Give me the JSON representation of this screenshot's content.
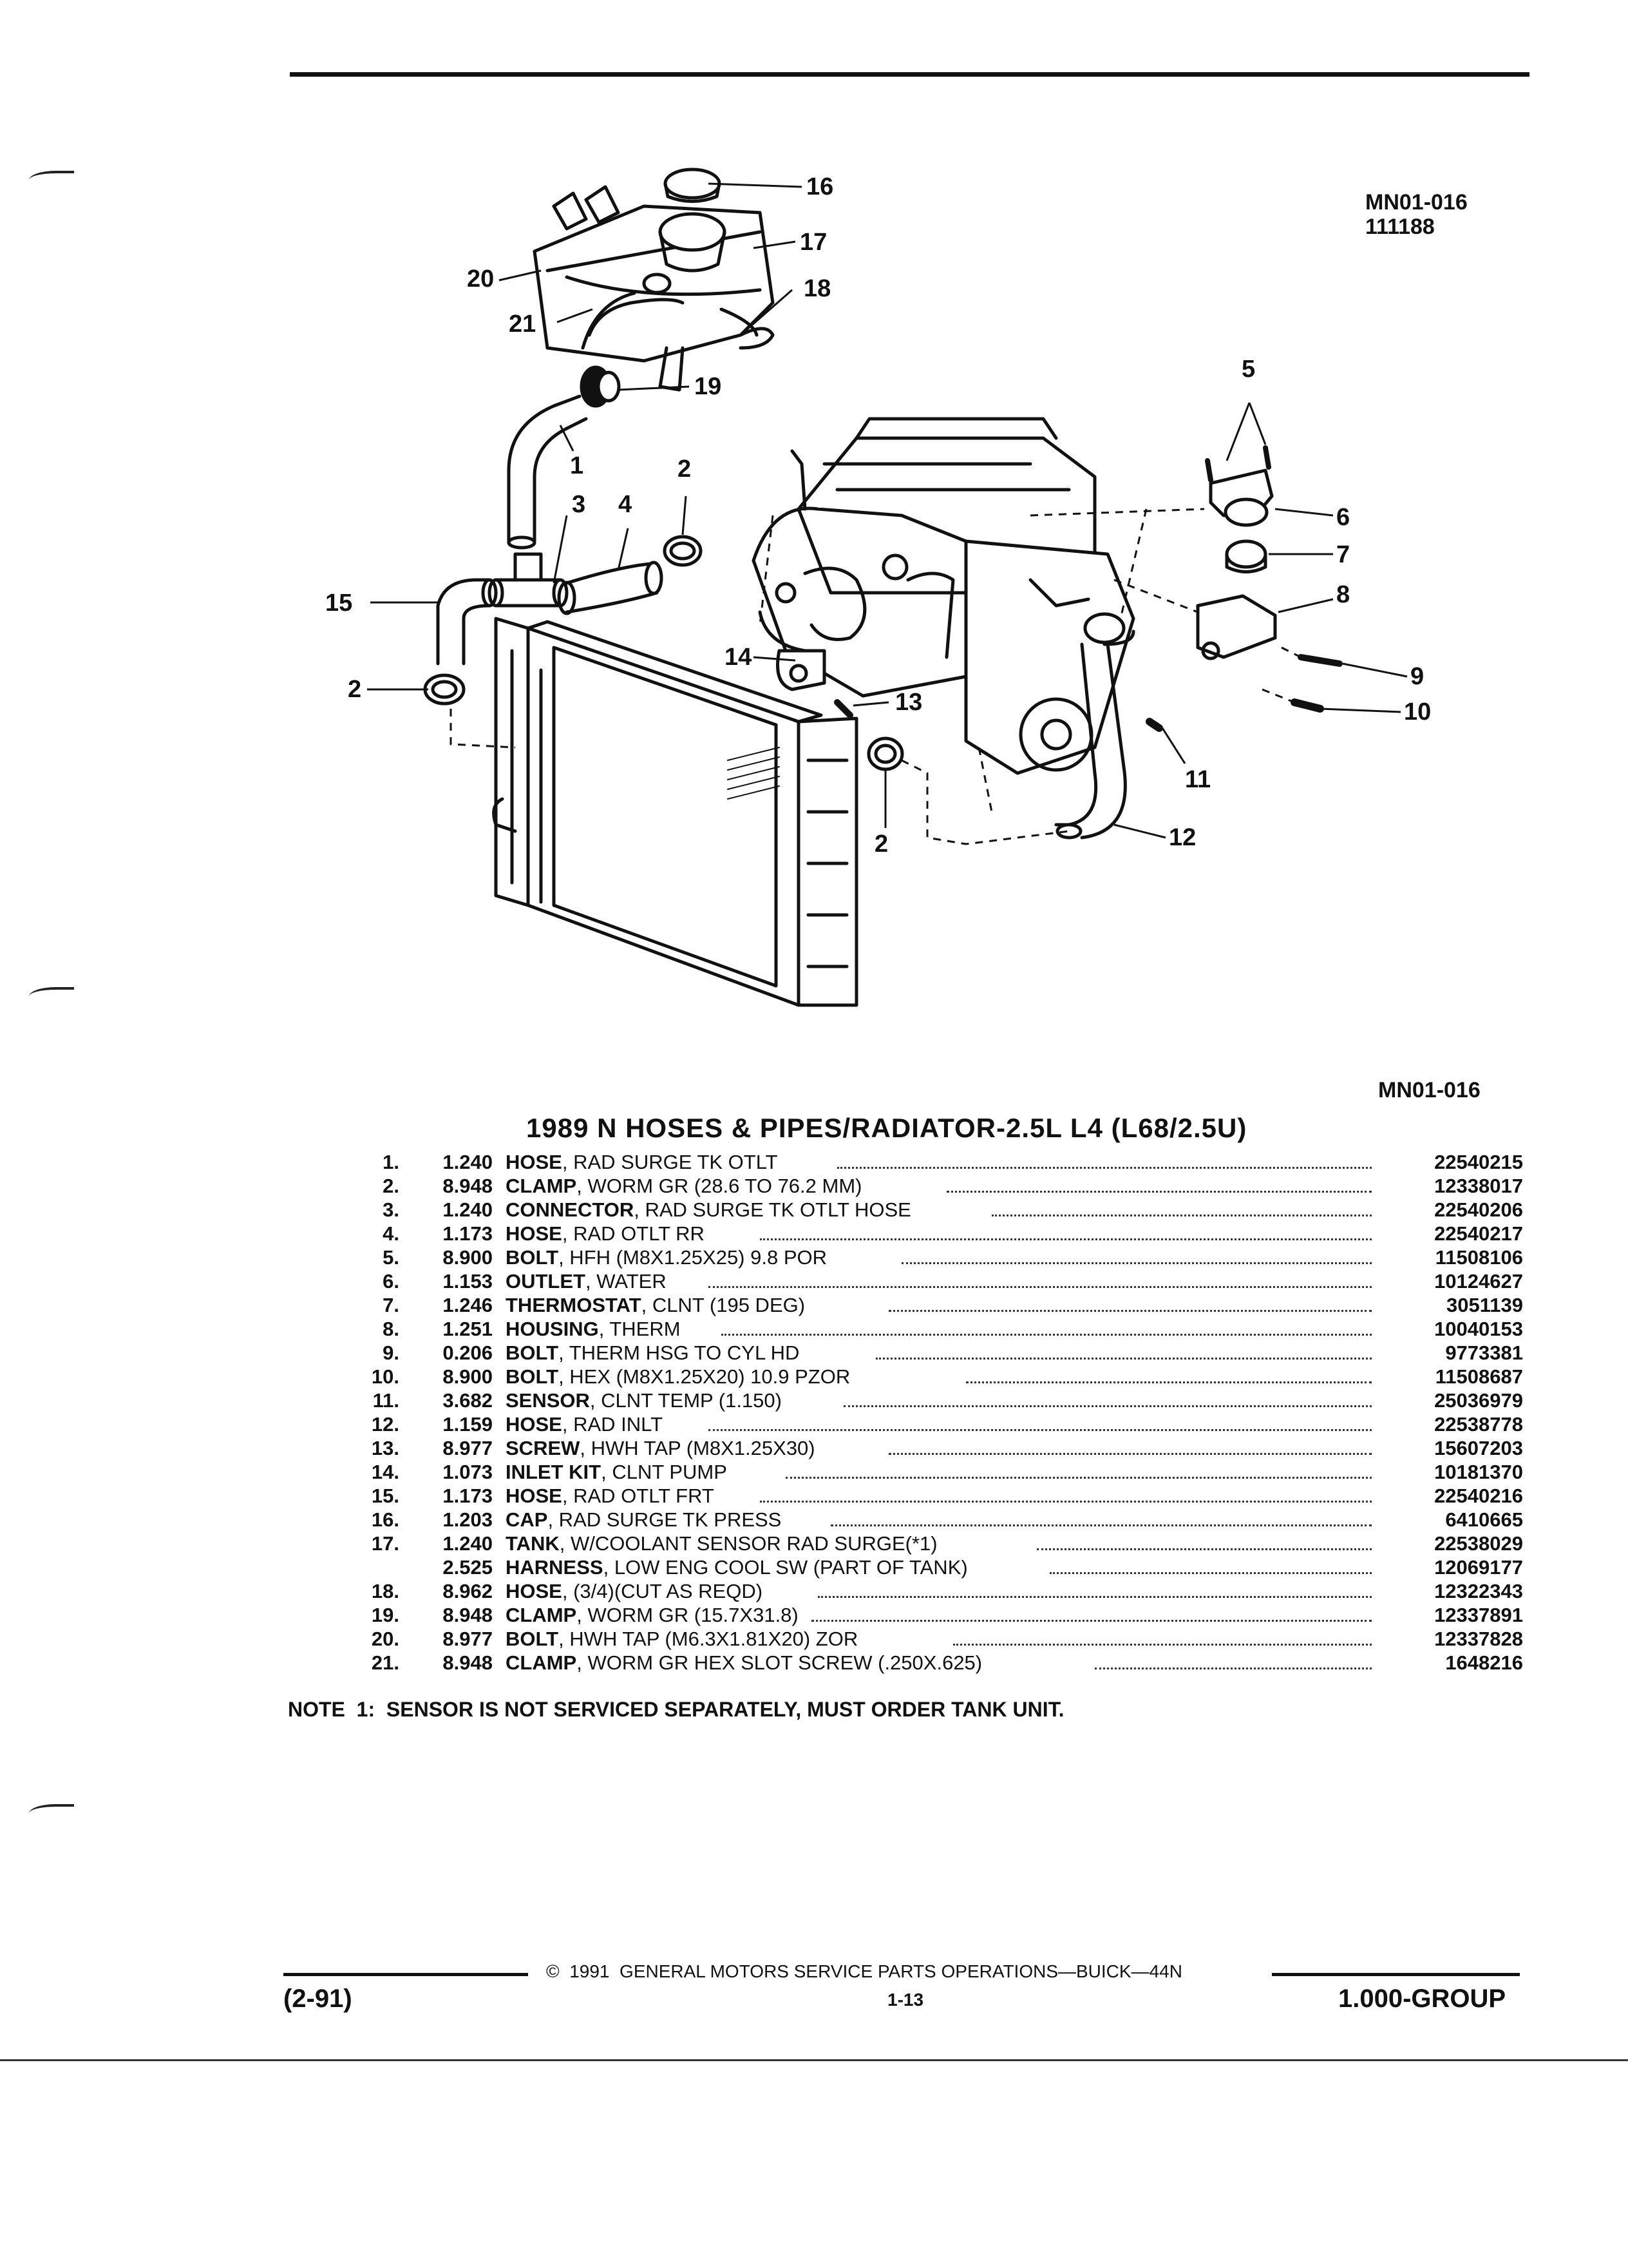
{
  "header": {
    "fig_code": "MN01-016",
    "fig_date": "111188",
    "fig_code_bottom": "MN01-016"
  },
  "callouts": [
    "16",
    "17",
    "18",
    "20",
    "21",
    "19",
    "5",
    "1",
    "2",
    "3",
    "4",
    "6",
    "7",
    "8",
    "15",
    "14",
    "13",
    "2",
    "9",
    "10",
    "11",
    "12",
    "2"
  ],
  "title": "1989 N HOSES & PIPES/RADIATOR-2.5L L4 (L68/2.5U)",
  "parts": [
    {
      "num": "1.",
      "group": "1.240",
      "name": "HOSE",
      "desc": ", RAD SURGE TK OTLT",
      "part": "22540215"
    },
    {
      "num": "2.",
      "group": "8.948",
      "name": "CLAMP",
      "desc": ", WORM GR (28.6 TO 76.2 MM)",
      "part": "12338017"
    },
    {
      "num": "3.",
      "group": "1.240",
      "name": "CONNECTOR",
      "desc": ", RAD SURGE TK OTLT HOSE",
      "part": "22540206"
    },
    {
      "num": "4.",
      "group": "1.173",
      "name": "HOSE",
      "desc": ", RAD OTLT RR",
      "part": "22540217"
    },
    {
      "num": "5.",
      "group": "8.900",
      "name": "BOLT",
      "desc": ", HFH (M8X1.25X25) 9.8 POR",
      "part": "11508106"
    },
    {
      "num": "6.",
      "group": "1.153",
      "name": "OUTLET",
      "desc": ", WATER",
      "part": "10124627"
    },
    {
      "num": "7.",
      "group": "1.246",
      "name": "THERMOSTAT",
      "desc": ", CLNT (195 DEG)",
      "part": "3051139"
    },
    {
      "num": "8.",
      "group": "1.251",
      "name": "HOUSING",
      "desc": ", THERM",
      "part": "10040153"
    },
    {
      "num": "9.",
      "group": "0.206",
      "name": "BOLT",
      "desc": ", THERM HSG TO CYL HD",
      "part": "9773381"
    },
    {
      "num": "10.",
      "group": "8.900",
      "name": "BOLT",
      "desc": ", HEX (M8X1.25X20) 10.9 PZOR",
      "part": "11508687"
    },
    {
      "num": "11.",
      "group": "3.682",
      "name": "SENSOR",
      "desc": ", CLNT TEMP (1.150)",
      "part": "25036979"
    },
    {
      "num": "12.",
      "group": "1.159",
      "name": "HOSE",
      "desc": ", RAD INLT",
      "part": "22538778"
    },
    {
      "num": "13.",
      "group": "8.977",
      "name": "SCREW",
      "desc": ", HWH TAP (M8X1.25X30)",
      "part": "15607203"
    },
    {
      "num": "14.",
      "group": "1.073",
      "name": "INLET KIT",
      "desc": ", CLNT PUMP",
      "part": "10181370"
    },
    {
      "num": "15.",
      "group": "1.173",
      "name": "HOSE",
      "desc": ", RAD OTLT FRT",
      "part": "22540216"
    },
    {
      "num": "16.",
      "group": "1.203",
      "name": "CAP",
      "desc": ", RAD SURGE TK PRESS",
      "part": "6410665"
    },
    {
      "num": "17.",
      "group": "1.240",
      "name": "TANK",
      "desc": ", W/COOLANT SENSOR RAD SURGE(*1)",
      "part": "22538029"
    },
    {
      "num": "",
      "group": "2.525",
      "name": "HARNESS",
      "desc": ", LOW ENG COOL SW (PART OF TANK)",
      "part": "12069177"
    },
    {
      "num": "18.",
      "group": "8.962",
      "name": "HOSE",
      "desc": ", (3/4)(CUT AS REQD)",
      "part": "12322343"
    },
    {
      "num": "19.",
      "group": "8.948",
      "name": "CLAMP",
      "desc": ", WORM GR (15.7X31.8)",
      "part": "12337891"
    },
    {
      "num": "20.",
      "group": "8.977",
      "name": "BOLT",
      "desc": ", HWH TAP (M6.3X1.81X20) ZOR",
      "part": "12337828"
    },
    {
      "num": "21.",
      "group": "8.948",
      "name": "CLAMP",
      "desc": ", WORM GR HEX SLOT SCREW (.250X.625)",
      "part": "1648216"
    }
  ],
  "note": "NOTE  1:  SENSOR IS NOT SERVICED SEPARATELY, MUST ORDER TANK UNIT.",
  "footer": {
    "copyright": "©  1991  GENERAL MOTORS SERVICE PARTS OPERATIONS—BUICK—44N",
    "page": "1-13",
    "date": "(2-91)",
    "group": "1.000-GROUP"
  }
}
